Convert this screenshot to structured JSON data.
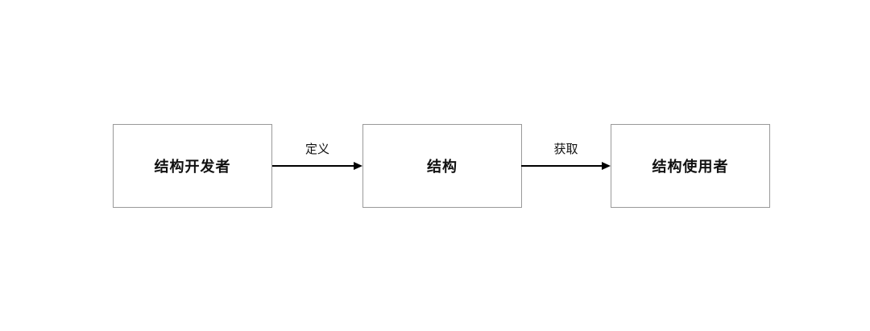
{
  "diagram": {
    "background_color": "#ffffff",
    "node_border_color": "#999999",
    "arrow_color": "#000000",
    "text_color": "#111111",
    "nodes": [
      {
        "id": "structure-developer",
        "label": "结构开发者"
      },
      {
        "id": "structure",
        "label": "结构"
      },
      {
        "id": "structure-user",
        "label": "结构使用者"
      }
    ],
    "edges": [
      {
        "from": "structure-developer",
        "to": "structure",
        "label": "定义"
      },
      {
        "from": "structure",
        "to": "structure-user",
        "label": "获取"
      }
    ]
  }
}
